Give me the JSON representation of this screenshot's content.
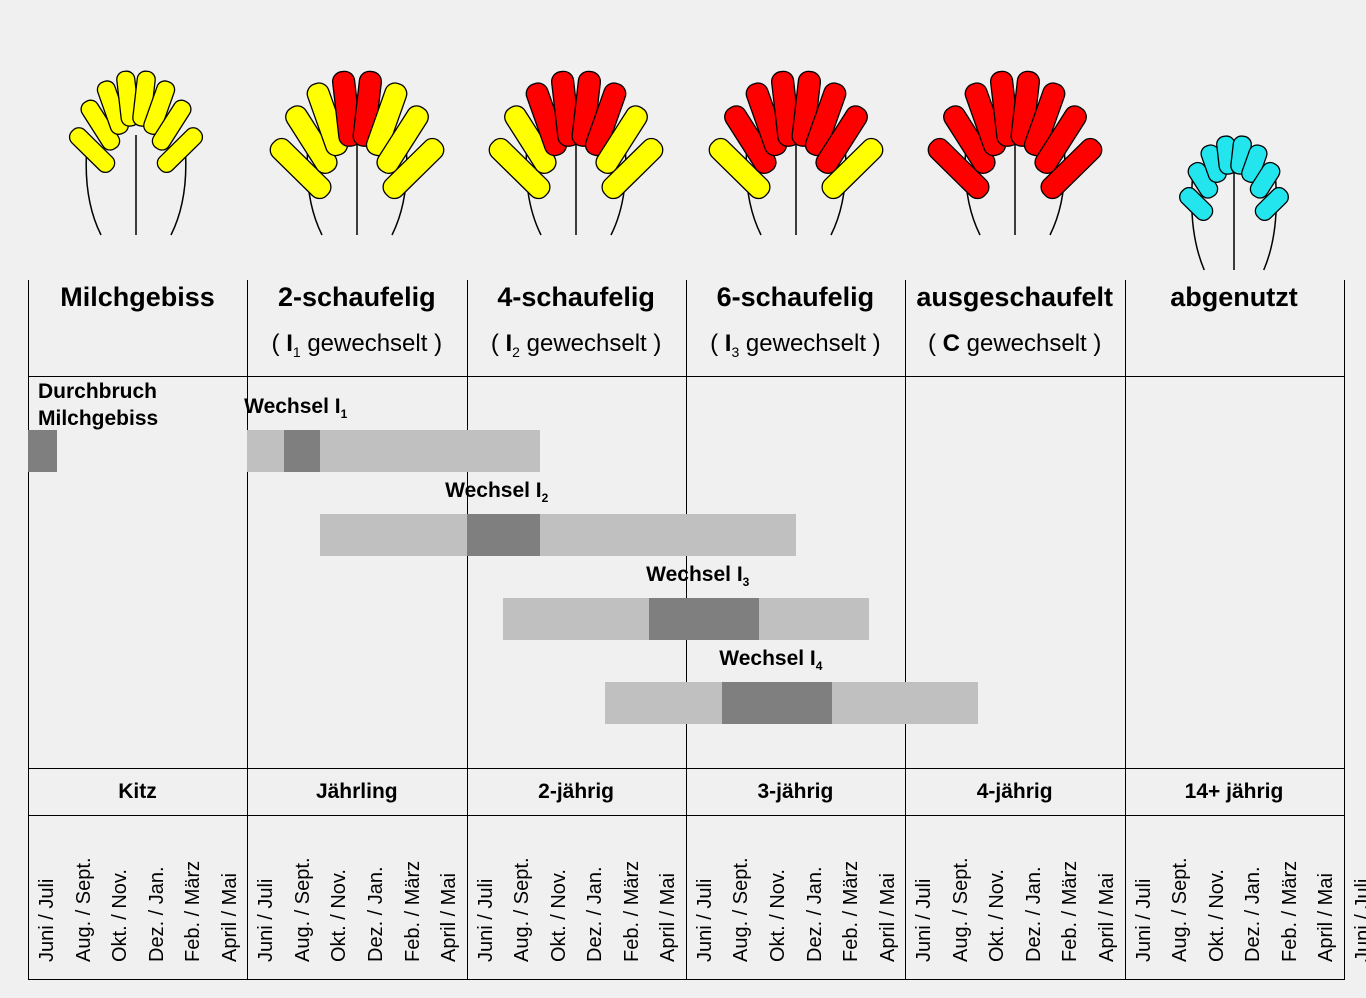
{
  "columns": [
    {
      "title": "Milchgebiss",
      "sub_pre": "",
      "sub_bold": "",
      "sub_idx": "",
      "sub_post": "",
      "age": "Kitz",
      "teeth": [
        "#ffff00",
        "#ffff00",
        "#ffff00",
        "#ffff00",
        "#ffff00",
        "#ffff00",
        "#ffff00",
        "#ffff00"
      ]
    },
    {
      "title": "2-schaufelig",
      "sub_pre": "( ",
      "sub_bold": "I",
      "sub_idx": "1",
      "sub_post": " gewechselt )",
      "age": "Jährling",
      "teeth": [
        "#ffff00",
        "#ffff00",
        "#ffff00",
        "#ff0000",
        "#ff0000",
        "#ffff00",
        "#ffff00",
        "#ffff00"
      ]
    },
    {
      "title": "4-schaufelig",
      "sub_pre": "( ",
      "sub_bold": "I",
      "sub_idx": "2",
      "sub_post": " gewechselt )",
      "age": "2-jährig",
      "teeth": [
        "#ffff00",
        "#ffff00",
        "#ff0000",
        "#ff0000",
        "#ff0000",
        "#ff0000",
        "#ffff00",
        "#ffff00"
      ]
    },
    {
      "title": "6-schaufelig",
      "sub_pre": "( ",
      "sub_bold": "I",
      "sub_idx": "3",
      "sub_post": " gewechselt )",
      "age": "3-jährig",
      "teeth": [
        "#ffff00",
        "#ff0000",
        "#ff0000",
        "#ff0000",
        "#ff0000",
        "#ff0000",
        "#ff0000",
        "#ffff00"
      ]
    },
    {
      "title": "ausgeschaufelt",
      "sub_pre": "( ",
      "sub_bold": "C",
      "sub_idx": "",
      "sub_post": " gewechselt )",
      "age": "4-jährig",
      "teeth": [
        "#ff0000",
        "#ff0000",
        "#ff0000",
        "#ff0000",
        "#ff0000",
        "#ff0000",
        "#ff0000",
        "#ff0000"
      ]
    },
    {
      "title": "abgenutzt",
      "sub_pre": "",
      "sub_bold": "",
      "sub_idx": "",
      "sub_post": "",
      "age": "14+ jährig",
      "teeth": [
        "#22e5ee",
        "#22e5ee",
        "#22e5ee",
        "#22e5ee",
        "#22e5ee",
        "#22e5ee",
        "#22e5ee",
        "#22e5ee"
      ]
    }
  ],
  "months": [
    "Juni / Juli",
    "Aug. / Sept.",
    "Okt. / Nov.",
    "Dez. / Jan.",
    "Feb. / März",
    "April / Mai"
  ],
  "last_month": "Juni / Juli",
  "durchbruch": {
    "line1": "Durchbruch",
    "line2": "Milchgebiss",
    "dark": [
      0,
      0.8
    ]
  },
  "changes": [
    {
      "label": "Wechsel I",
      "idx": "1",
      "light": [
        6,
        14
      ],
      "dark": [
        7,
        8
      ]
    },
    {
      "label": "Wechsel I",
      "idx": "2",
      "light": [
        8,
        21
      ],
      "dark": [
        12,
        14
      ]
    },
    {
      "label": "Wechsel I",
      "idx": "3",
      "light": [
        13,
        23
      ],
      "dark": [
        17,
        20
      ]
    },
    {
      "label": "Wechsel I",
      "idx": "4",
      "light": [
        15.8,
        26
      ],
      "dark": [
        19,
        22
      ]
    }
  ],
  "colors": {
    "light_bar": "#c0c0c0",
    "dark_bar": "#7f7f7f"
  }
}
